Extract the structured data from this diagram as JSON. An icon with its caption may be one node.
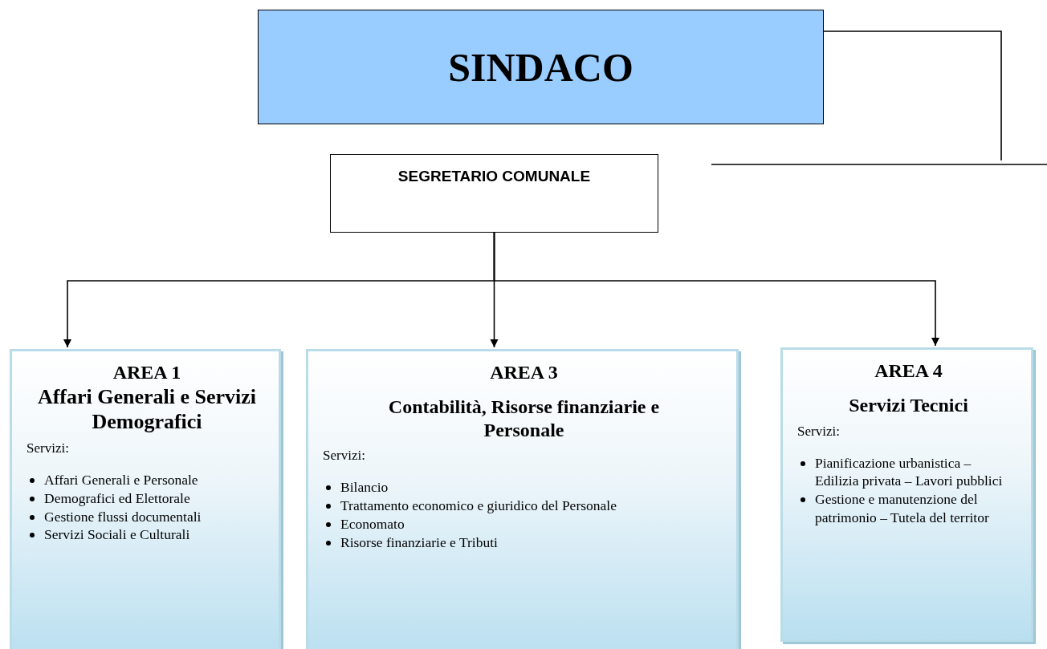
{
  "diagram": {
    "nodes": [
      {
        "text": [
          "SINDACO"
        ]
      },
      {
        "text": [
          "SEGRETARIO COMUNALE"
        ]
      },
      {
        "text": [
          "AREA 1",
          "Affari Generali e Servizi Demografici",
          "Servizi:",
          "Affari Generali e Personale",
          "Demografici ed Elettorale",
          "Gestione flussi documentali",
          "Servizi Sociali e Culturali"
        ]
      },
      {
        "text": [
          "AREA 3",
          "Contabilità, Risorse finanziarie e Personale",
          "Servizi:",
          "Bilancio",
          "Trattamento economico e giuridico del Personale",
          "Economato",
          "Risorse finanziarie e Tributi"
        ]
      },
      {
        "text": [
          "AREA 4",
          "Servizi Tecnici",
          "Servizi:",
          "Pianificazione urbanistica – Edilizia privata – Lavori pubblici",
          "Gestione e manutenzione del patrimonio – Tutela del territor"
        ]
      }
    ],
    "edges": [
      {
        "from": 1,
        "to": 2,
        "arrow": "to"
      },
      {
        "from": 1,
        "to": 3,
        "arrow": "to"
      },
      {
        "from": 1,
        "to": 4,
        "arrow": "to"
      },
      {
        "from": 0,
        "to": null,
        "arrow": "none"
      }
    ]
  }
}
